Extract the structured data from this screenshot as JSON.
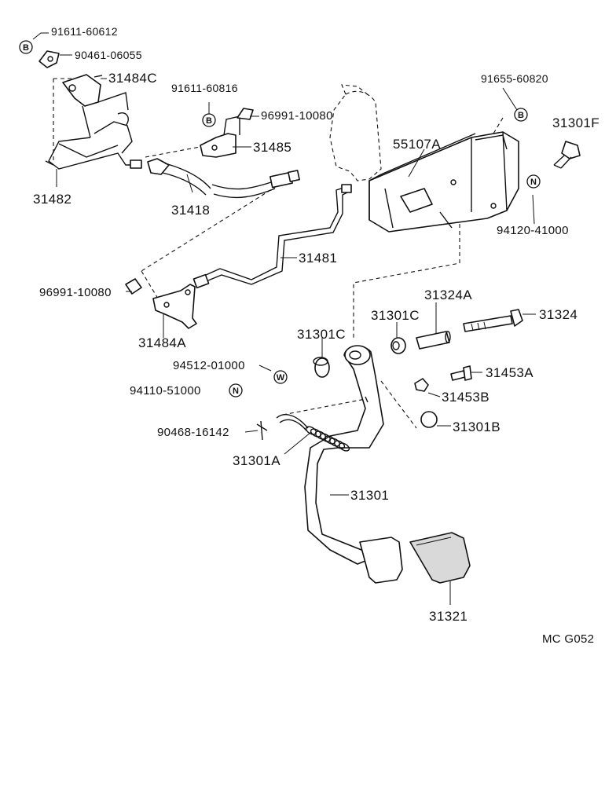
{
  "diagram": {
    "code": "MC G052",
    "parts": {
      "p91611_60612": "91611-60612",
      "p90461_06055": "90461-06055",
      "p31484C": "31484C",
      "p91611_60816": "91611-60816",
      "p96991_10080_top": "96991-10080",
      "p31485": "31485",
      "p31482": "31482",
      "p31418": "31418",
      "p91655_60820": "91655-60820",
      "p31301F": "31301F",
      "p55107A": "55107A",
      "p94120_41000": "94120-41000",
      "p31481": "31481",
      "p96991_10080_mid": "96991-10080",
      "p31484A": "31484A",
      "p31324A": "31324A",
      "p31301C_a": "31301C",
      "p31301C_b": "31301C",
      "p31324": "31324",
      "p94512_01000": "94512-01000",
      "p31453A": "31453A",
      "p94110_51000": "94110-51000",
      "p31453B": "31453B",
      "p90468_16142": "90468-16142",
      "p31301B": "31301B",
      "p31301A": "31301A",
      "p31301": "31301",
      "p31321": "31321"
    },
    "markers": {
      "b": "B",
      "n": "N",
      "w": "W"
    }
  }
}
